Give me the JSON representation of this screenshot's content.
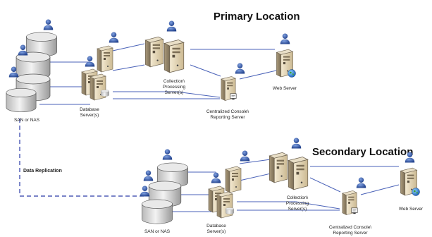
{
  "titles": {
    "primary": "Primary Location",
    "secondary": "Secondary Location"
  },
  "labels": {
    "san_primary": "SAN or NAS",
    "db_primary_1": "Database",
    "db_primary_2": "Server(s)",
    "cp_primary_1": "Collection\\",
    "cp_primary_2": "Processing",
    "cp_primary_3": "Server(s)",
    "cc_primary_1": "Centralized Console\\",
    "cc_primary_2": "Reporting Server",
    "web_primary": "Web Server",
    "replication": "Data Replication",
    "san_secondary": "SAN or NAS",
    "db_secondary_1": "Database",
    "db_secondary_2": "Server(s)",
    "cp_secondary_1": "Collection\\",
    "cp_secondary_2": "Processing",
    "cp_secondary_3": "Server(s)",
    "cc_secondary_1": "Centralized Console\\",
    "cc_secondary_2": "Reporting Server",
    "web_secondary": "Web Server"
  },
  "colors": {
    "link": "#4a62b8",
    "replication": "#2a3aa8",
    "user_icon": "#2b4f9e",
    "server": "#e8dcc0",
    "disk": "#dcdcdc"
  },
  "icons": [
    "user-icon",
    "server-icon",
    "disk-stack-icon",
    "globe-icon",
    "monitor-icon"
  ]
}
